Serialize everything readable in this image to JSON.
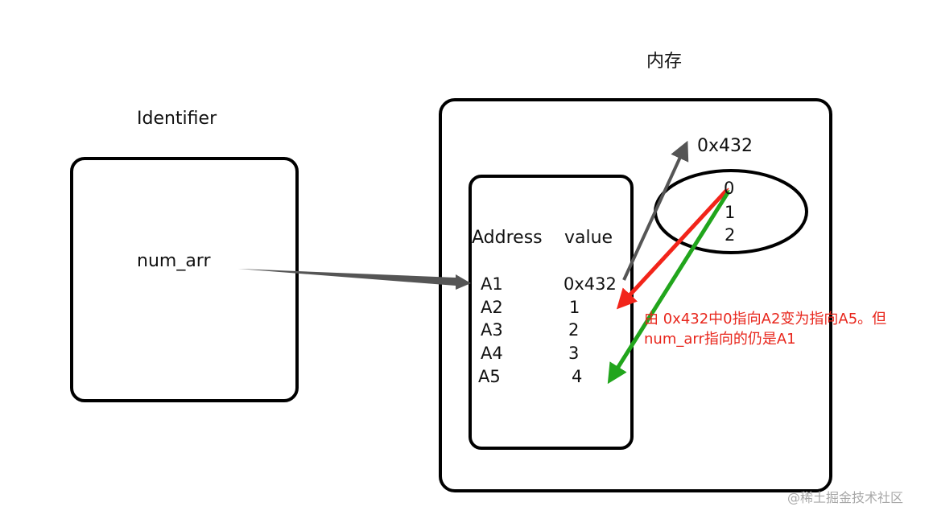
{
  "labels": {
    "memory_title": "内存",
    "identifier_title": "Identifier",
    "variable_name": "num_arr",
    "heap_address": "0x432",
    "address_header": "Address",
    "value_header": "value"
  },
  "table": {
    "rows": [
      {
        "address": "A1",
        "value": "0x432"
      },
      {
        "address": "A2",
        "value": "1"
      },
      {
        "address": "A3",
        "value": "2"
      },
      {
        "address": "A4",
        "value": "3"
      },
      {
        "address": "A5",
        "value": "4"
      }
    ]
  },
  "ellipse_items": [
    "0",
    "1",
    "2"
  ],
  "annotation": {
    "line1": "由 0x432中0指向A2变为指向A5。但",
    "line2": "num_arr指向的仍是A1"
  },
  "watermark": "@稀土掘金技术社区",
  "colors": {
    "box_stroke": "#000000",
    "arrow_gray": "#555555",
    "arrow_red": "#f2241a",
    "arrow_green": "#21a51c",
    "annotation_text": "#e8261c"
  }
}
